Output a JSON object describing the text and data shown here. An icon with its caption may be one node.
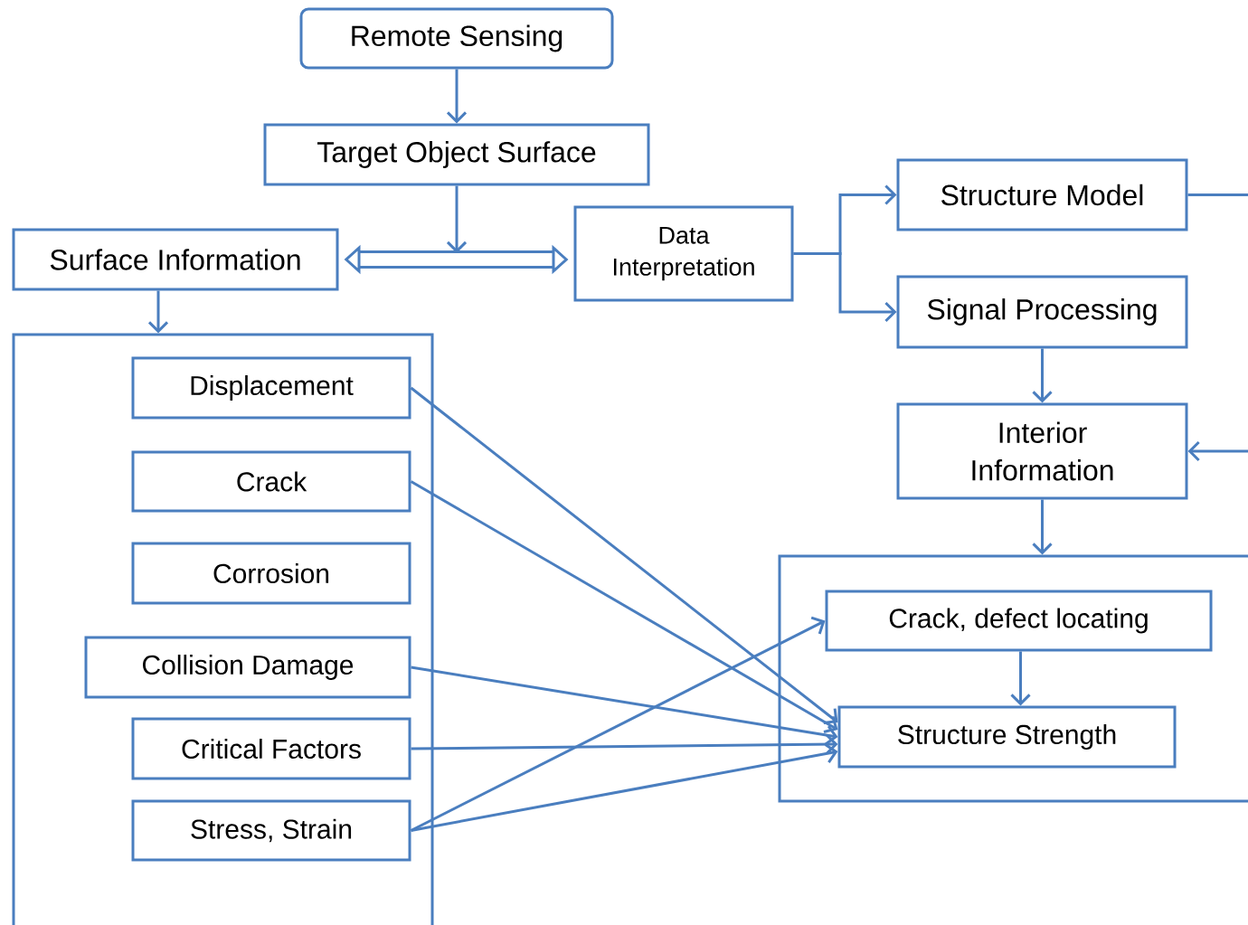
{
  "diagram": {
    "nodes": [
      {
        "text": [
          "Remote Sensing"
        ]
      },
      {
        "text": [
          "Target Object Surface"
        ]
      },
      {
        "text": [
          "Surface Information"
        ]
      },
      {
        "text": [
          "Data Interpretation"
        ]
      },
      {
        "text": [
          "Structure Model"
        ]
      },
      {
        "text": [
          "Signal Processing"
        ]
      },
      {
        "text": [
          "Interior Information"
        ]
      },
      {
        "text": [],
        "shape": "box"
      },
      {
        "text": [
          "Displacement"
        ],
        "in": 7
      },
      {
        "text": [
          "Crack"
        ],
        "in": 7
      },
      {
        "text": [
          "Corrosion"
        ],
        "in": 7
      },
      {
        "text": [
          "Collision Damage"
        ],
        "in": 7
      },
      {
        "text": [
          "Critical Factors"
        ],
        "in": 7
      },
      {
        "text": [
          "Stress, Strain"
        ],
        "in": 7
      },
      {
        "text": [],
        "shape": "box"
      },
      {
        "text": [
          "Crack, defect locating"
        ],
        "in": 14
      },
      {
        "text": [
          "Structure Strength"
        ],
        "in": 14
      }
    ],
    "edges": [
      {
        "from": 0,
        "to": 1,
        "arrow": "to"
      },
      {
        "from": 1,
        "to": null,
        "arrow": "to"
      },
      {
        "from": 2,
        "to": 3,
        "arrow": "both",
        "style": "thick"
      },
      {
        "from": 3,
        "to": 4,
        "arrow": "to"
      },
      {
        "from": 3,
        "to": 5,
        "arrow": "to"
      },
      {
        "from": 4,
        "to": 6,
        "arrow": "to"
      },
      {
        "from": 5,
        "to": 6,
        "arrow": "to"
      },
      {
        "from": 6,
        "to": 14,
        "arrow": "to"
      },
      {
        "from": 2,
        "to": 7,
        "arrow": "to"
      },
      {
        "from": 8,
        "to": 16,
        "arrow": "to"
      },
      {
        "from": 9,
        "to": 16,
        "arrow": "to"
      },
      {
        "from": 11,
        "to": 16,
        "arrow": "to"
      },
      {
        "from": 12,
        "to": 16,
        "arrow": "to"
      },
      {
        "from": 13,
        "to": 16,
        "arrow": "to"
      },
      {
        "from": 13,
        "to": 15,
        "arrow": "to"
      },
      {
        "from": 15,
        "to": 16,
        "arrow": "to"
      }
    ]
  }
}
